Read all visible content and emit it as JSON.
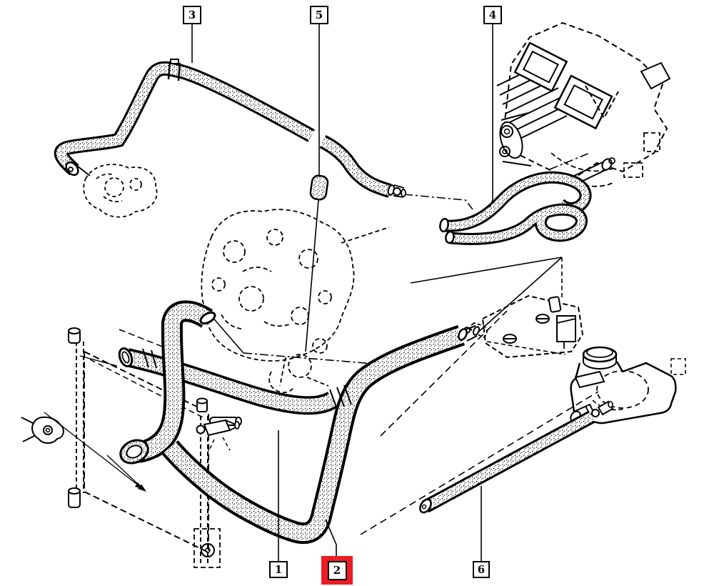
{
  "diagram": {
    "background_color": "#ffffff",
    "line_color": "#000000",
    "highlight_color": "#ed1c24",
    "selected_callout": "2",
    "description": "Exploded line-art parts diagram of an engine cooling circuit: radiator, phantom engine block, phantom heater unit, oil cooler, expansion tank and numbered coolant hoses"
  },
  "callouts": [
    {
      "id": "callout-3",
      "label": "3",
      "highlighted": false
    },
    {
      "id": "callout-5",
      "label": "5",
      "highlighted": false
    },
    {
      "id": "callout-4",
      "label": "4",
      "highlighted": false
    },
    {
      "id": "callout-1",
      "label": "1",
      "highlighted": false
    },
    {
      "id": "callout-2",
      "label": "2",
      "highlighted": true
    },
    {
      "id": "callout-6",
      "label": "6",
      "highlighted": false
    }
  ],
  "components": [
    "hose-1-top-radiator-hose",
    "hose-2-bottom-radiator-hose",
    "hose-3-heater-feed-hose",
    "hose-4-heater-unit-hoses",
    "grommet-5",
    "hose-6-expansion-tank-hose",
    "radiator",
    "engine-block",
    "thermostat-housing",
    "heater-unit",
    "oil-cooler",
    "expansion-tank"
  ]
}
